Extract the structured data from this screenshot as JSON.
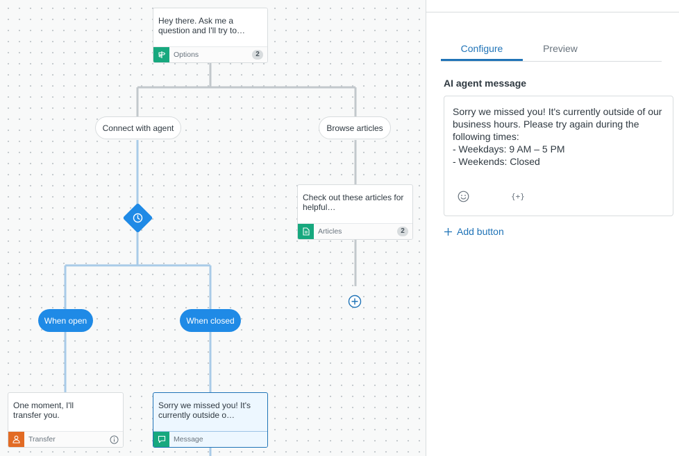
{
  "canvas": {
    "cards": {
      "greeting": {
        "text": "Hey there. Ask me a question and I'll try to…",
        "type_label": "Options",
        "count": "2",
        "icon": "signpost-icon",
        "icon_color": "#17a87e"
      },
      "articles": {
        "text": "Check out these articles for helpful…",
        "type_label": "Articles",
        "count": "2",
        "icon": "article-icon",
        "icon_color": "#17a87e"
      },
      "transfer": {
        "text": "One moment, I'll transfer you.",
        "type_label": "Transfer",
        "icon": "person-icon",
        "icon_color": "#e26b24"
      },
      "closed_message": {
        "text": "Sorry we missed you! It's currently outside o…",
        "type_label": "Message",
        "icon": "speech-bubble-icon",
        "icon_color": "#17a87e"
      }
    },
    "options": {
      "connect": "Connect with agent",
      "browse": "Browse articles"
    },
    "branches": {
      "open": "When open",
      "closed": "When closed"
    },
    "colors": {
      "branch": "#1f8ae6",
      "wire_grey": "#c2c8cc",
      "wire_blue": "#a9cbe8"
    }
  },
  "panel": {
    "tabs": [
      "Configure",
      "Preview"
    ],
    "active_tab": "Configure",
    "field_label": "AI agent message",
    "message": "Sorry we missed you! It's currently outside of our business hours. Please try again during the following times:\n- Weekdays: 9 AM – 5 PM\n- Weekends: Closed",
    "tools": {
      "emoji_icon": "smiley-icon",
      "variable_icon_text": "{+}"
    },
    "add_button": "Add button",
    "accent": "#1f73b7"
  }
}
